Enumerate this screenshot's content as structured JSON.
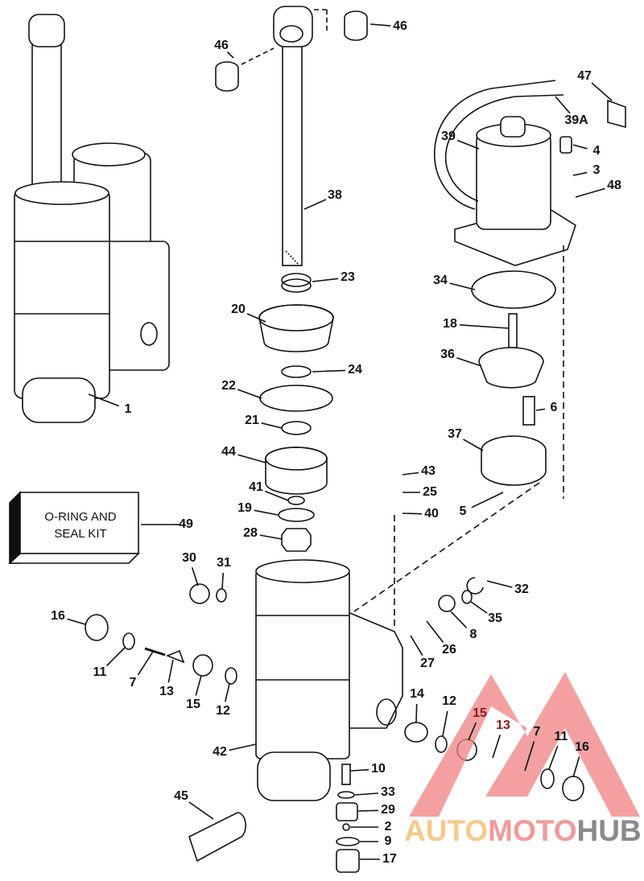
{
  "kit": {
    "line1": "O-RING AND",
    "line2": "SEAL KIT"
  },
  "callouts": [
    "46",
    "46",
    "47",
    "39A",
    "39",
    "4",
    "3",
    "48",
    "38",
    "23",
    "34",
    "20",
    "18",
    "36",
    "24",
    "22",
    "1",
    "6",
    "21",
    "37",
    "44",
    "43",
    "25",
    "41",
    "19",
    "5",
    "40",
    "49",
    "28",
    "30",
    "31",
    "32",
    "16",
    "35",
    "8",
    "26",
    "11",
    "7",
    "27",
    "13",
    "15",
    "12",
    "14",
    "12",
    "15",
    "13",
    "7",
    "11",
    "16",
    "42",
    "10",
    "33",
    "45",
    "29",
    "2",
    "9",
    "17"
  ],
  "watermark": {
    "part1": "AUTO",
    "part2": "MOTO",
    "part3": "HUB",
    "colors": {
      "triangle": "#f08080",
      "auto": "#f7c98a",
      "moto": "#f29a9a",
      "hub": "#8a8a8a"
    }
  }
}
